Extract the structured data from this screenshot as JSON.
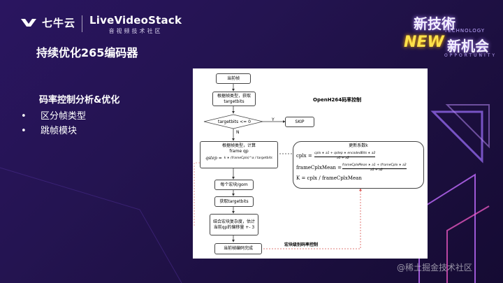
{
  "header": {
    "qiniu_brand": "七牛云",
    "livevideo_brand": "LiveVideoStack",
    "livevideo_sub": "音视频技术社区",
    "event_logo": {
      "line1": "新技術",
      "tech": "TECHNOLOGY",
      "new": "NEW",
      "line2": "新机会",
      "opportunity": "OPPORTUNITY"
    }
  },
  "slide": {
    "title": "持续优化265编码器",
    "section_title": "码率控制分析&优化",
    "bullets": [
      "区分帧类型",
      "跳帧模块"
    ],
    "bullet_marker": "•"
  },
  "diagram": {
    "panel_title": "OpenH264码率控制",
    "nodes": {
      "current_frame": "当前帧",
      "get_targetbits_1": "根据帧类型，获取\ntargetbits",
      "decision": "targetbits <= 0",
      "skip": "SKIP",
      "compute_qp_head": "根据帧类型，计算\nframe qp",
      "qstep_formula": "qstep =",
      "qstep_frac": "k ∗ (frameCplx)^α / targetbits",
      "per_mb": "每个宏块/gom",
      "get_targetbits_2": "获取targetbits",
      "adjust": "结合宏块复杂度，估计\n当前qp的偏移量 +- 3",
      "frame_done": "当前帧编码完成"
    },
    "labels": {
      "yes": "Y",
      "no": "N",
      "mb_rc": "宏块级别码率控制"
    },
    "update": {
      "title": "更新系数k",
      "cplx_lhs": "cplx =",
      "cplx_rhs": "cplx ∗ a1 + qstep ∗ encodedBits ∗ a2",
      "cplx_den": "a1 + a2",
      "mean_lhs": "frameCplxMean =",
      "mean_num": "frameCplxMean ∗ a1 + (frameCplx ∗ a2",
      "mean_den": "a1 + a2",
      "k_eq": "K = cplx / frameCplxMean"
    }
  },
  "watermark": "@稀土掘金技术社区",
  "colors": {
    "background": "#241451",
    "accent_yellow": "#ffe14a",
    "arrow_red": "#d9534f"
  }
}
